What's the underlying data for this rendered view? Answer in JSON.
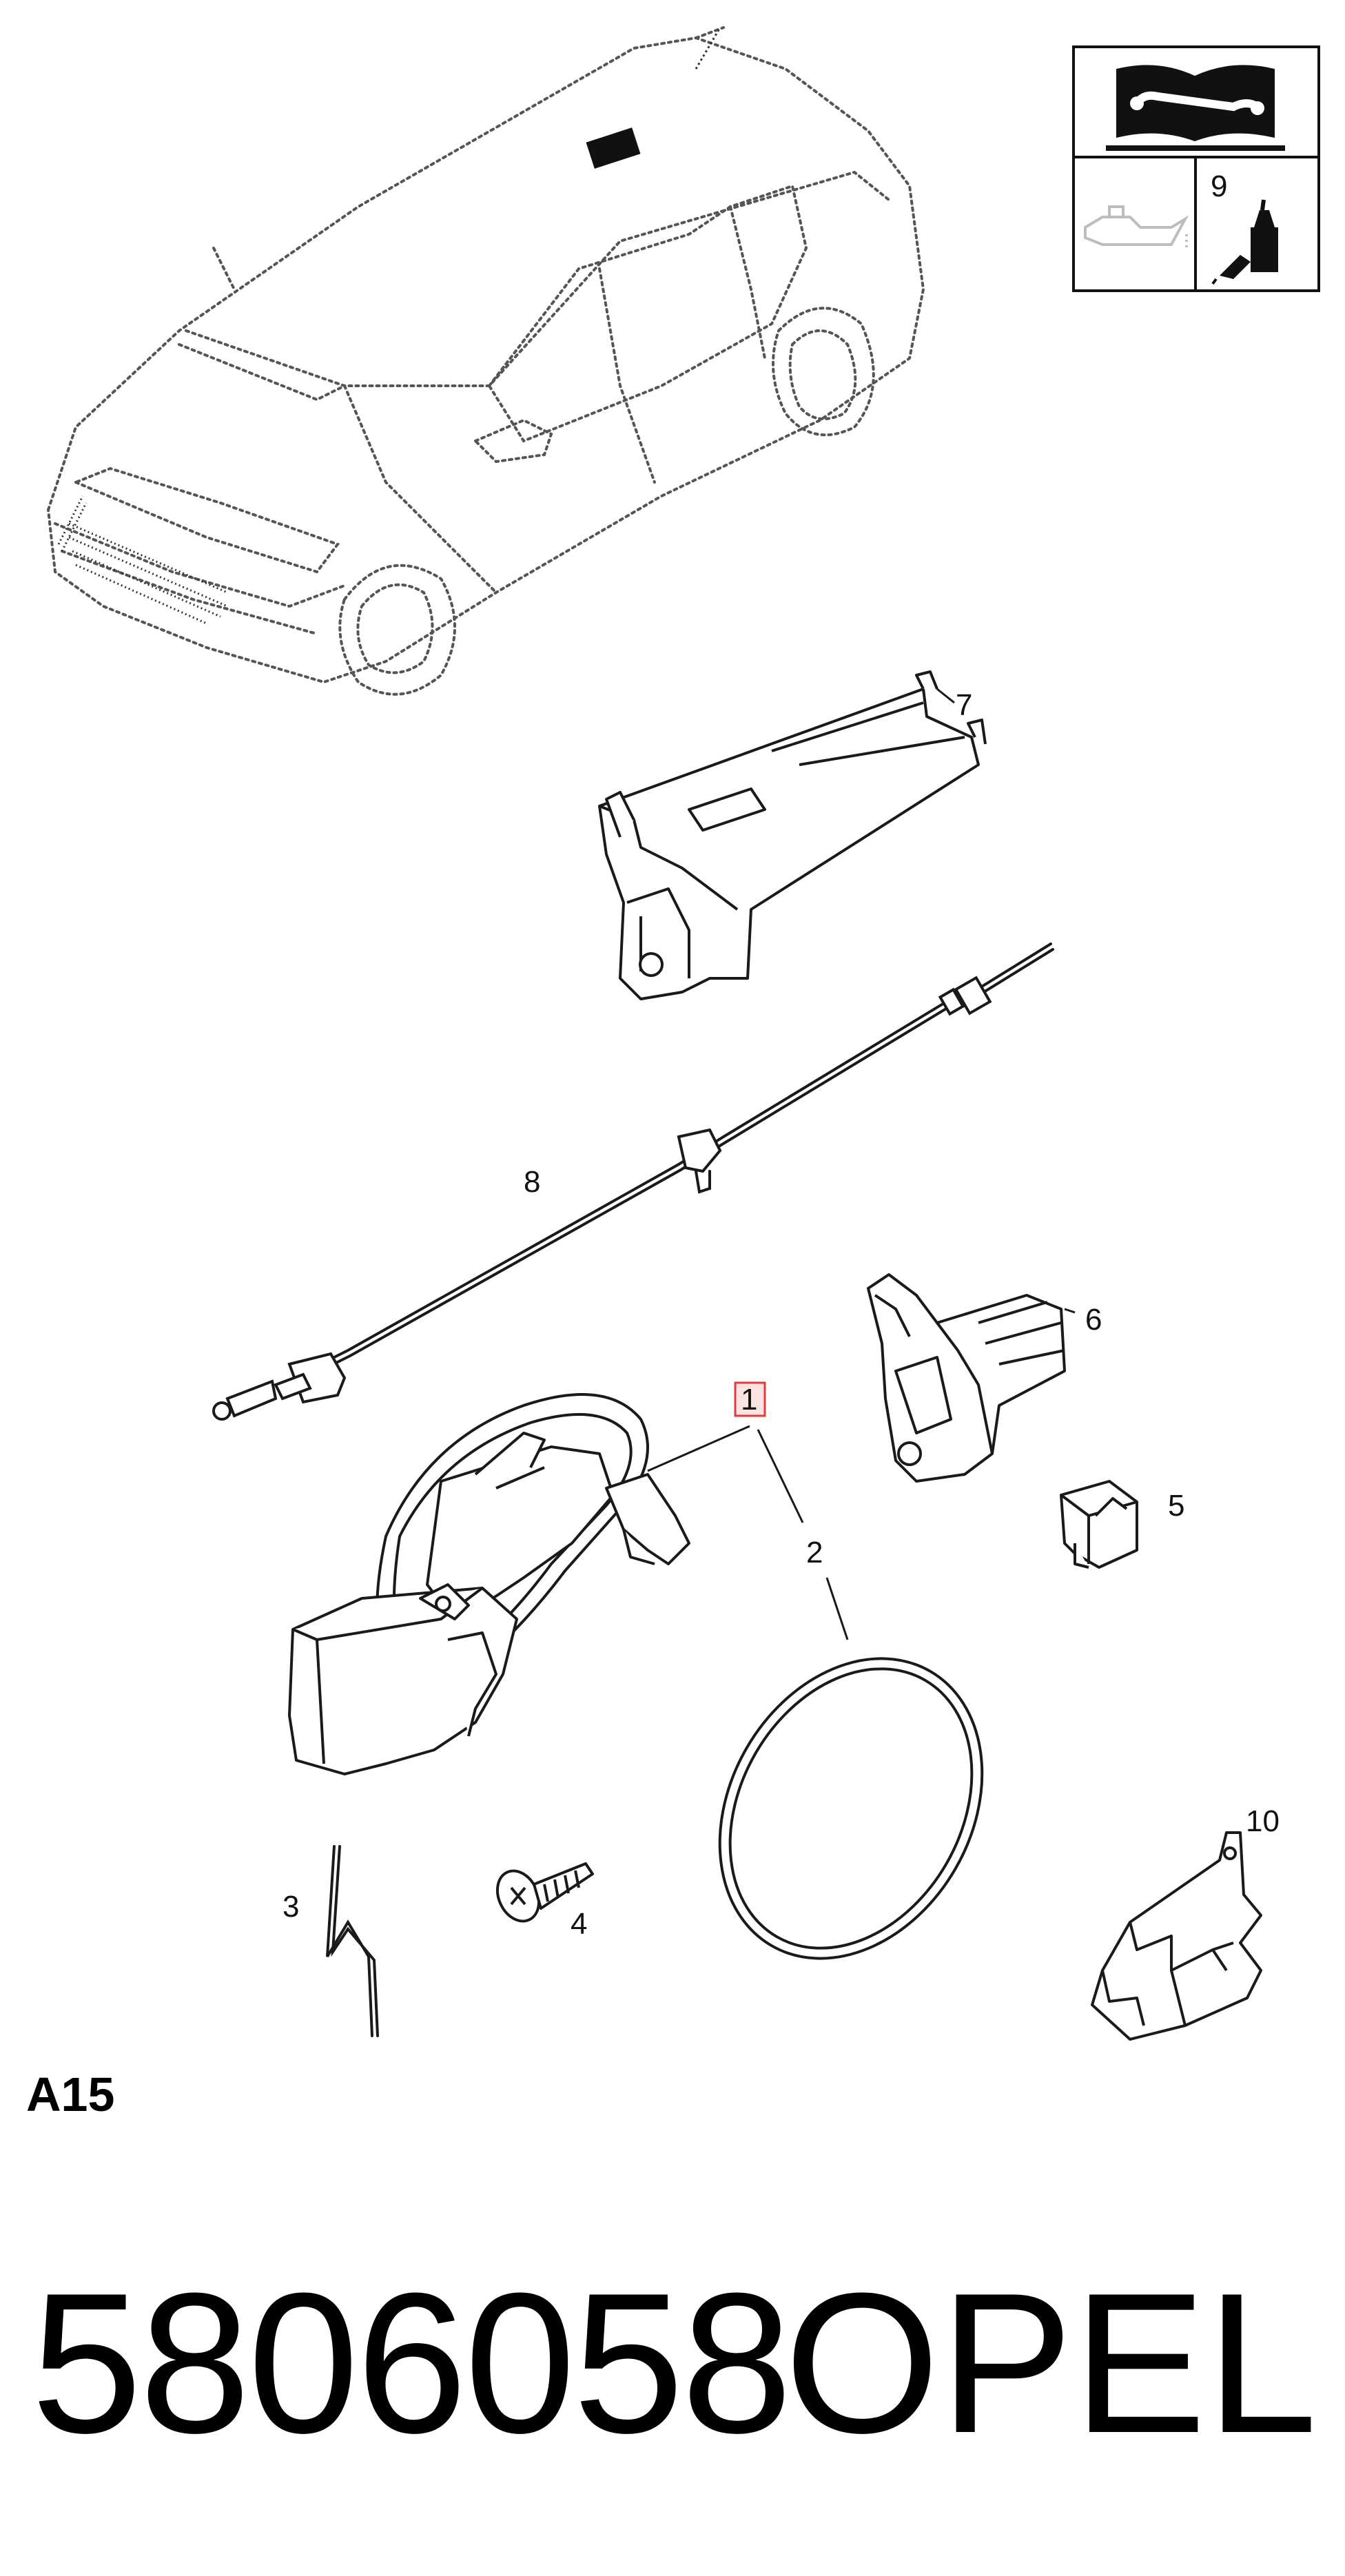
{
  "callouts": [
    {
      "id": "1",
      "label": "1",
      "highlighted": true
    },
    {
      "id": "2",
      "label": "2"
    },
    {
      "id": "3",
      "label": "3"
    },
    {
      "id": "4",
      "label": "4"
    },
    {
      "id": "5",
      "label": "5"
    },
    {
      "id": "6",
      "label": "6"
    },
    {
      "id": "7",
      "label": "7"
    },
    {
      "id": "8",
      "label": "8"
    },
    {
      "id": "9",
      "label": "9"
    },
    {
      "id": "10",
      "label": "10"
    }
  ],
  "section_code": "A15",
  "part_number": "5806058",
  "brand": "OPEL",
  "icons": {
    "manual": "service-manual-wrench-book-icon",
    "oil": "oil-can-icon",
    "adhesive": "adhesive-bottle-icon"
  },
  "colors": {
    "line": "#1a1a1a",
    "highlight": "#e03c3c",
    "highlight_fill": "#fbe3e3",
    "faded": "#bfbfbf"
  }
}
